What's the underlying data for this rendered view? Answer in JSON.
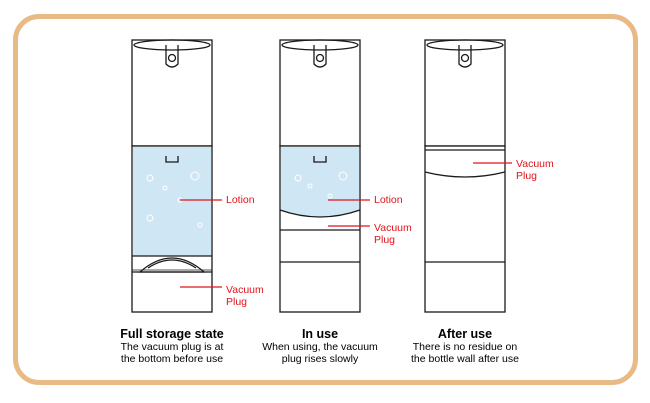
{
  "colors": {
    "frame": "#e8ba85",
    "lotion": "#cfe6f4",
    "label": "#e0141c",
    "outline": "#1a1a1a"
  },
  "panels": [
    {
      "title": "Full storage state",
      "desc_line1": "The vacuum plug is at",
      "desc_line2": "the bottom before use",
      "label_lotion": "Lotion",
      "label_plug_1": "Vacuum",
      "label_plug_2": "Plug"
    },
    {
      "title": "In use",
      "desc_line1": "When using, the vacuum",
      "desc_line2": "plug rises slowly",
      "label_lotion": "Lotion",
      "label_plug_1": "Vacuum",
      "label_plug_2": "Plug"
    },
    {
      "title": "After use",
      "desc_line1": "There is no residue on",
      "desc_line2": "the bottle wall after use",
      "label_plug_1": "Vacuum",
      "label_plug_2": "Plug"
    }
  ]
}
